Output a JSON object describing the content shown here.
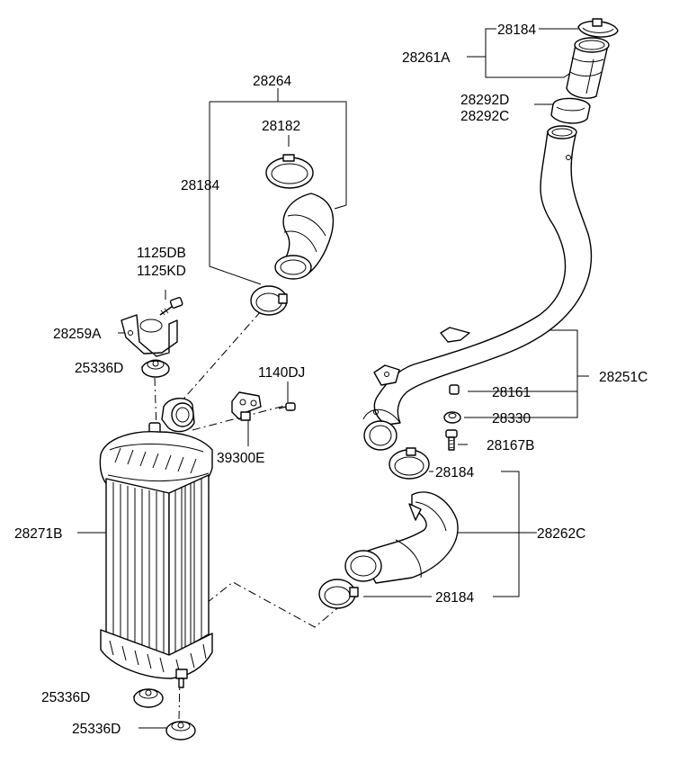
{
  "labels": {
    "c28184_top": "28184",
    "c28261A": "28261A",
    "c28292D": "28292D",
    "c28292C": "28292C",
    "c28264": "28264",
    "c28182": "28182",
    "c28184_left": "28184",
    "c1125DB": "1125DB",
    "c1125KD": "1125KD",
    "c28259A": "28259A",
    "c25336D_top": "25336D",
    "c1140DJ": "1140DJ",
    "c39300E": "39300E",
    "c28251C": "28251C",
    "c28161": "28161",
    "c28330": "28330",
    "c28167B": "28167B",
    "c28184_mid": "28184",
    "c28262C": "28262C",
    "c28184_low": "28184",
    "c28271B": "28271B",
    "c25336D_b1": "25336D",
    "c25336D_b2": "25336D"
  }
}
